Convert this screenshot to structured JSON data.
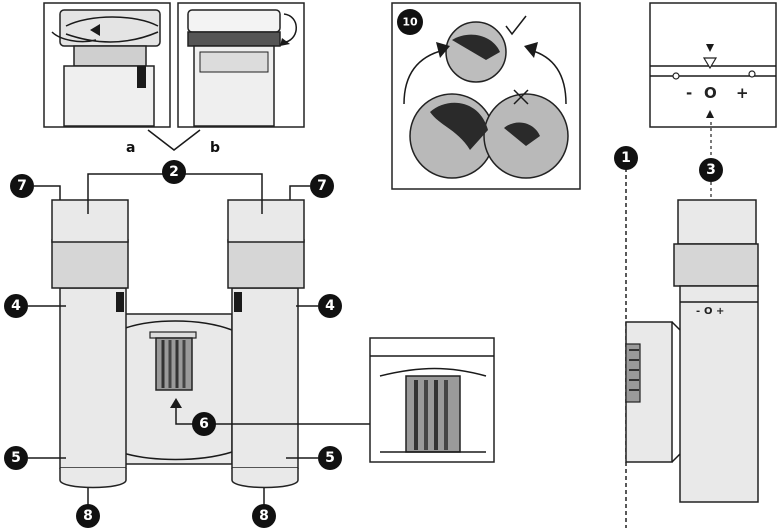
{
  "callouts": {
    "c1": "1",
    "c2": "2",
    "c3": "3",
    "c4": "4",
    "c5": "5",
    "c6": "6",
    "c7": "7",
    "c8": "8",
    "c10": "10"
  },
  "insets": {
    "label_a": "a",
    "label_b": "b"
  },
  "diopter_scale": {
    "minus": "-",
    "zero": "O",
    "plus": "+"
  },
  "colors": {
    "ink": "#1a1a1a",
    "body": "#e9e9e9",
    "band": "#d6d6d6",
    "wheel": "#9a9a9a",
    "image_disc": "#b9b9b9"
  }
}
